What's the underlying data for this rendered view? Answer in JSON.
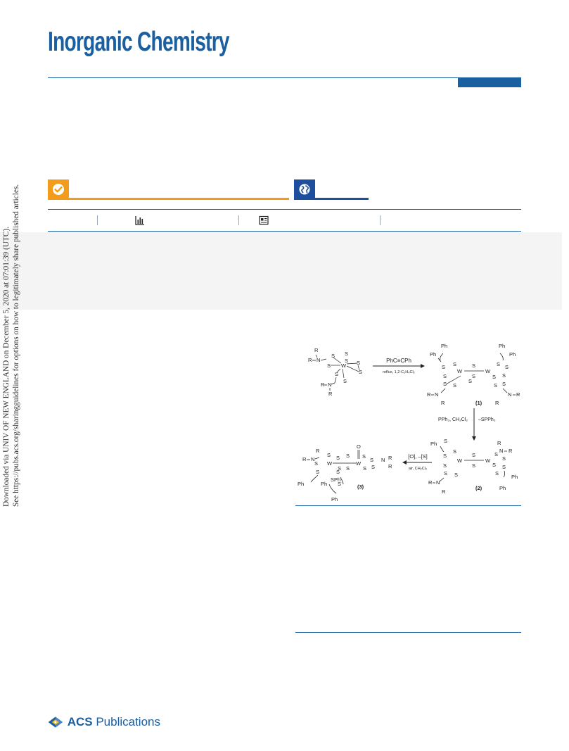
{
  "journal": {
    "title": "Inorganic Chemistry",
    "accent_color": "#1a5fa0"
  },
  "badges": [
    {
      "icon": "check-circle-icon",
      "color": "#f39c1b"
    },
    {
      "icon": "globe-icon",
      "color": "#1e4f9e"
    }
  ],
  "metrics": {
    "icons": [
      "bar-chart-icon",
      "newspaper-icon"
    ]
  },
  "side_note": {
    "line1": "Downloaded via UNIV OF NEW ENGLAND on December 5, 2020 at 07:01:39 (UTC).",
    "line2": "See https://pubs.acs.org/sharingguidelines for options on how to legitimately share published articles."
  },
  "scheme": {
    "reagent_top": "PhC≡CPh",
    "condition_top": "reflux, 1,2-C₂H₄Cl₂",
    "reagent_right_1": "PPh₃, CH₂Cl₂",
    "reagent_right_2": "–SPPh₃",
    "reagent_bottom": "[O], –[S]",
    "condition_bottom": "air, CH₂Cl₂",
    "label_1": "(1)",
    "label_2": "(2)",
    "label_3": "(3)"
  },
  "publisher": {
    "prefix": "ACS",
    "name": "Publications"
  }
}
